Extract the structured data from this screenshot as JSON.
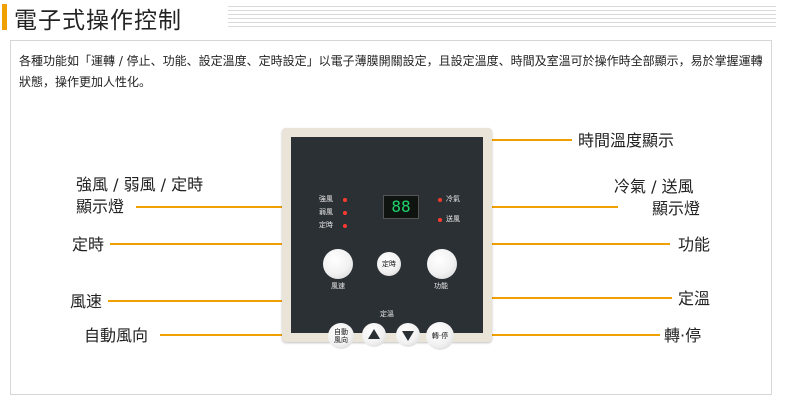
{
  "header": {
    "title": "電子式操作控制"
  },
  "description": "各種功能如「運轉 / 停止、功能、設定溫度、定時設定」以電子薄膜開關設定，且設定溫度、時間及室溫可於操作時全部顯示，易於掌握運轉狀態，操作更加人性化。",
  "labels": {
    "time_temp_display": "時間溫度顯示",
    "fan_indicator_line1": "強風 / 弱風 / 定時",
    "fan_indicator_line2": "顯示燈",
    "mode_indicator_line1": "冷氣 / 送風",
    "mode_indicator_line2": "顯示燈",
    "timer": "定時",
    "function": "功能",
    "fan_speed": "風速",
    "temp_set": "定溫",
    "auto_swing": "自動風向",
    "run_stop": "轉·停"
  },
  "panel": {
    "indicator_left": [
      "強風",
      "弱風",
      "定時"
    ],
    "indicator_right": [
      "冷氣",
      "送風"
    ],
    "display_value": "88",
    "timer_button": "定時",
    "fan_button_caption": "風速",
    "function_button_caption": "功能",
    "temp_caption": "定溫",
    "swing_button_line1": "自動",
    "swing_button_line2": "風向",
    "run_stop_button": "轉·停"
  },
  "colors": {
    "accent": "#f0a000",
    "panel_bg": "#2b3035",
    "led": "#ff3b2f",
    "display_digits": "#1fd26b"
  }
}
